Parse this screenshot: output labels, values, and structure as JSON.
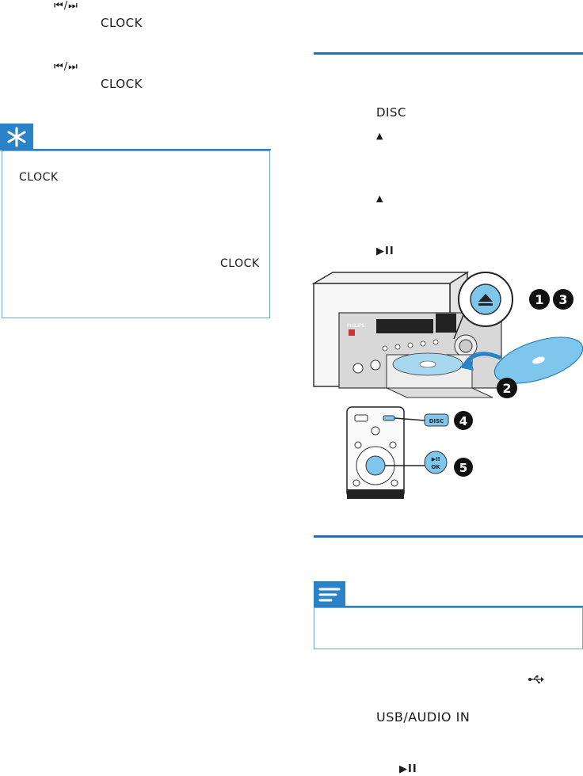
{
  "left": {
    "prev_next_1": "⏮/⏭",
    "clock_1": "CLOCK",
    "prev_next_2": "⏮/⏭",
    "clock_2": "CLOCK",
    "tip": {
      "icon": "asterisk-icon",
      "clock_a": "CLOCK",
      "clock_b": "CLOCK"
    }
  },
  "right": {
    "disc_label": "DISC",
    "eject_1": "▲",
    "eject_2": "▲",
    "play_pause_1": "▶II",
    "illustration": {
      "brand": "PHILIPS",
      "step1": "1",
      "step2": "2",
      "step3": "3",
      "step4": "4",
      "step5": "5",
      "remote_disc": "DISC",
      "remote_play": "▶II",
      "remote_ok": "OK"
    },
    "note": {
      "icon": "note-lines-icon"
    },
    "usb_icon": "usb-icon",
    "usb_audio_in": "USB/AUDIO IN",
    "play_pause_2": "▶II"
  },
  "colors": {
    "accent": "#1f72b8",
    "tab": "#2a82c7",
    "highlight": "#7fc6ec"
  }
}
